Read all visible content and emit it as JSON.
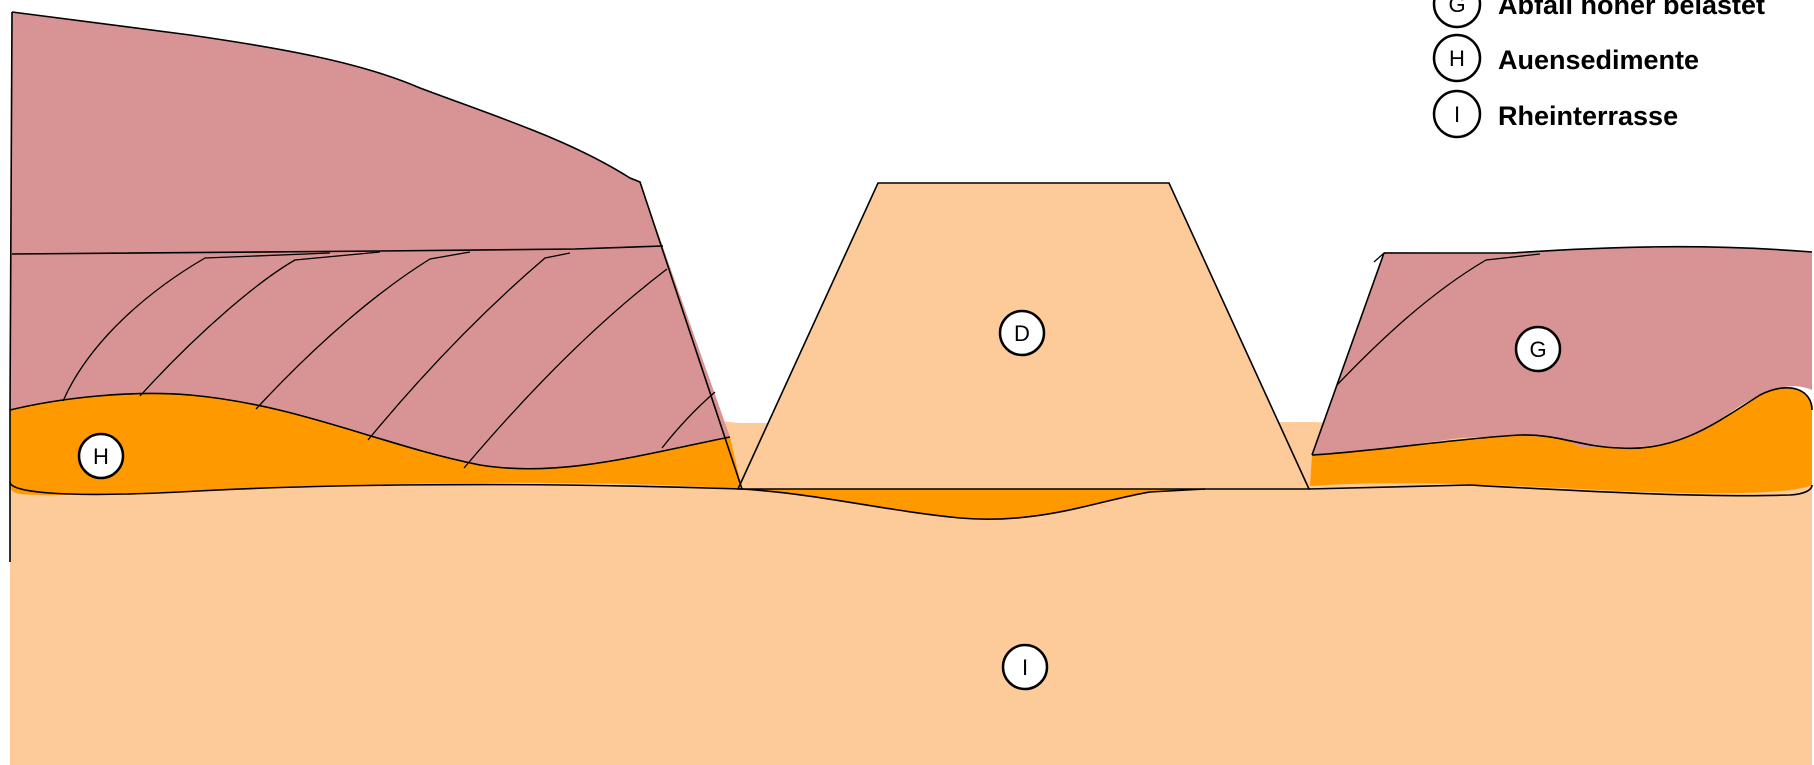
{
  "colors": {
    "landfill_heavy": "#D89494",
    "floodplain_sediment": "#FF9900",
    "rhine_terrace": "#FDCB9A",
    "dam": "#FDCB9A",
    "outline": "#000000",
    "marker_fill": "#FFFFFF"
  },
  "zones": {
    "dam_label": "D",
    "landfill_label": "G",
    "sediment_label": "H",
    "terrace_label": "I"
  },
  "legend": {
    "items": [
      {
        "letter": "G",
        "text": "Abfall höher belastet"
      },
      {
        "letter": "H",
        "text": "Auensedimente"
      },
      {
        "letter": "I",
        "text": "Rheinterrasse"
      }
    ]
  }
}
